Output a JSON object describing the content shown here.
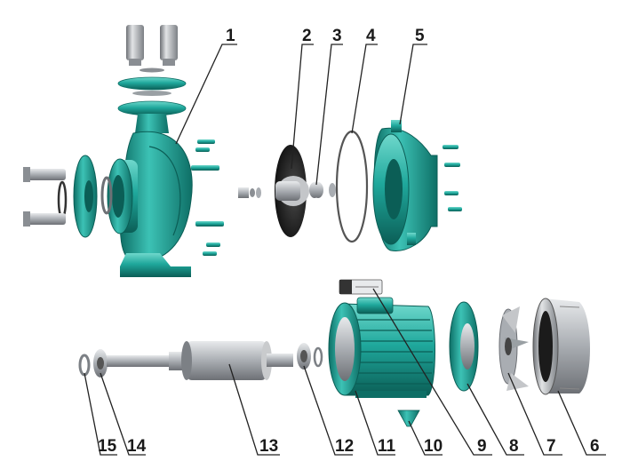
{
  "diagram": {
    "callouts": [
      {
        "id": "1",
        "label": "1"
      },
      {
        "id": "2",
        "label": "2"
      },
      {
        "id": "3",
        "label": "3"
      },
      {
        "id": "4",
        "label": "4"
      },
      {
        "id": "5",
        "label": "5"
      },
      {
        "id": "6",
        "label": "6"
      },
      {
        "id": "7",
        "label": "7"
      },
      {
        "id": "8",
        "label": "8"
      },
      {
        "id": "9",
        "label": "9"
      },
      {
        "id": "10",
        "label": "10"
      },
      {
        "id": "11",
        "label": "11"
      },
      {
        "id": "12",
        "label": "12"
      },
      {
        "id": "13",
        "label": "13"
      },
      {
        "id": "14",
        "label": "14"
      },
      {
        "id": "15",
        "label": "15"
      }
    ],
    "colors": {
      "teal": "#1fa89c",
      "teal_dark": "#0e6f66",
      "teal_light": "#5fd0c4",
      "steel": "#b9bcc0",
      "steel_dark": "#6d7075",
      "black": "#1b1b1b",
      "leader": "#222222"
    }
  }
}
